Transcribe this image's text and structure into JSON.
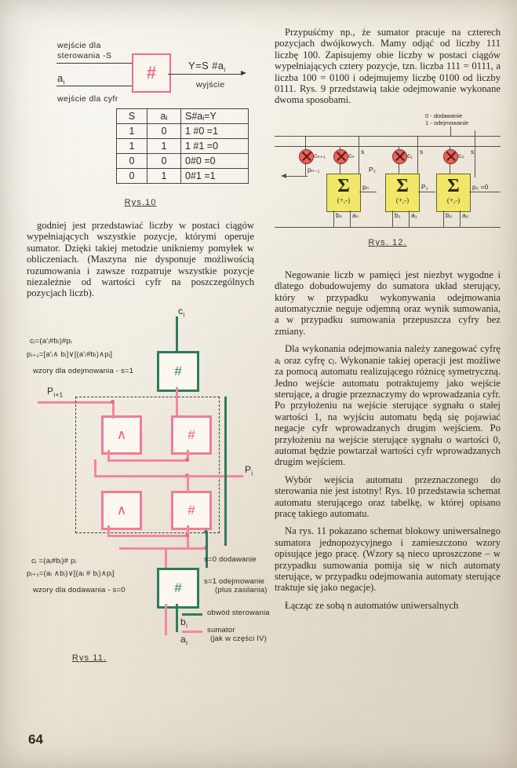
{
  "page": {
    "number": "64"
  },
  "figure10": {
    "label_control_in_1": "wejście dla",
    "label_control_in_2": "sterowania -S",
    "label_digit_in": "a",
    "label_digit_in_sub": "i",
    "label_digits": "wejście dla cyfr",
    "label_output_expr": "Y=S #a",
    "label_output_expr_sub": "i",
    "label_output": "wyjście",
    "gate_symbol": "#",
    "caption": "Rys.10",
    "table": {
      "headers": [
        "S",
        "aᵢ",
        "S#aᵢ=Y"
      ],
      "rows": [
        [
          "1",
          "0",
          "1 #0 =1"
        ],
        [
          "1",
          "1",
          "1 #1 =0"
        ],
        [
          "0",
          "0",
          "0#0 =0"
        ],
        [
          "0",
          "1",
          "0#1 =1"
        ]
      ]
    }
  },
  "left_text": {
    "paragraph1": "godniej jest przedstawiać liczby w postaci ciągów wypełniających wszystkie pozycje, którymi operuje sumator. Dzięki takiej metodzie unikniemy pomyłek w obliczeniach. (Maszyna nie dysponuje możliwością rozumowania i zawsze rozpatruje wszystkie pozycje niezależnie od wartości cyfr na poszczególnych pozycjach liczb)."
  },
  "figure11": {
    "label_ci": "c",
    "label_ci_sub": "i",
    "label_pi1": "P",
    "label_pi1_sub": "i+1",
    "label_pi": "P",
    "label_pi_sub": "i",
    "label_bi": "b",
    "label_bi_sub": "i",
    "label_ai": "a",
    "label_ai_sub": "i",
    "gate_and": "∧",
    "gate_hash": "#",
    "formula_sub_1": "cᵢ=(a′ᵢ#bᵢ)#pᵢ",
    "formula_sub_2": "pᵢ₊₁=[a′ᵢ∧ bᵢ]∨[(a′ᵢ#bᵢ)∧pᵢ]",
    "formula_sub_note": "wzory dla odejmowania - s=1",
    "formula_add_1": "cᵢ =(aᵢ#bᵢ)# pᵢ",
    "formula_add_2": "pᵢ₊₁=(aᵢ ∧bᵢ)∨[(aᵢ # bᵢ)∧pᵢ]",
    "formula_add_note": "wzory dla dodawania - s=0",
    "legend_s0": "s=0  dodawanie",
    "legend_s1": "s=1  odejmowanie",
    "legend_s1_sub": "(plus zasilania)",
    "legend_control": "obwód sterowania",
    "legend_adder": "sumator",
    "legend_adder_sub": "(jak w części IV)",
    "caption": "Rys 11.",
    "colors": {
      "control": "#2f7a5f",
      "adder": "#f486a4"
    }
  },
  "right_text": {
    "paragraph1": "Przypuśćmy np., że sumator pracuje na czterech pozycjach dwójkowych. Mamy odjąć od liczby 111 liczbę 100. Zapisujemy obie liczby w postaci ciągów wypełniających cztery pozycje, tzn. liczba 111 = 0111, a liczba 100 = 0100 i odejmujemy liczbę 0100 od liczby 0111. Rys. 9 przedstawią takie odejmowanie wykonane dwoma sposobami.",
    "paragraph2": "Negowanie liczb w pamięci jest niezbyt wygodne i dlatego dobudowujemy do sumatora układ sterujący, który w przypadku wykonywania odejmowania automatycznie neguje odjemną oraz wynik sumowania, a w przypadku sumowania przepuszcza cyfry bez zmiany.",
    "paragraph3": "Dla wykonania odejmowania należy zanegować cyfrę aᵢ oraz cyfrę cⱼ. Wykonanie takiej operacji jest możliwe za pomocą automatu realizującego różnicę symetryczną. Jedno wejście automatu potraktujemy jako wejście sterujące, a drugie przeznaczymy do wprowadzania cyfr. Po przyłożeniu na wejście sterujące sygnału o stałej wartości 1, na wyjściu automatu będą się pojawiać negacje cyfr wprowadzanych drugim wejściem. Po przyłożeniu na wejście sterujące sygnału o wartości 0, automat będzie powtarzał wartości cyfr wprowadzanych drugim wejściem.",
    "paragraph4": "Wybór wejścia automatu przeznaczonego do sterowania nie jest istotny! Rys. 10 przedstawia schemat automatu sterującego oraz tabelkę, w której opisano pracę takiego automatu.",
    "paragraph5": "Na rys. 11 pokazano schemat blokowy uniwersalnego sumatora jednopozycyjnego i zamieszczono wzory opisujące jego pracę. (Wzory są nieco uproszczone – w przypadku sumowania pomija się w nich automaty sterujące, w przypadku odejmowania automaty sterujące traktuje się jako negacje).",
    "paragraph6": "Łącząc ze sobą n automatów uniwersalnych"
  },
  "figure12": {
    "legend_0": "0 - dodawanie",
    "legend_1": "1 - odejmowanie",
    "stage_labels": {
      "c_n1": "cₙ₊₁",
      "c_n": "cₙ",
      "c_1": "c₁",
      "c_0": "c₀",
      "p_n1": "pₙ₋₁",
      "p_n": "pₙ",
      "p_2": "P₂",
      "p_1": "P₁",
      "p_0": "p₀ =0",
      "s": "s",
      "b_n": "bₙ",
      "a_n": "aₙ",
      "b_1": "b₁",
      "a_1": "a₁",
      "b_0": "b₀",
      "a_0": "a₀"
    },
    "sum_symbol": "Σ",
    "sum_sub": "(+,-)",
    "caption": "Rys. 12."
  }
}
